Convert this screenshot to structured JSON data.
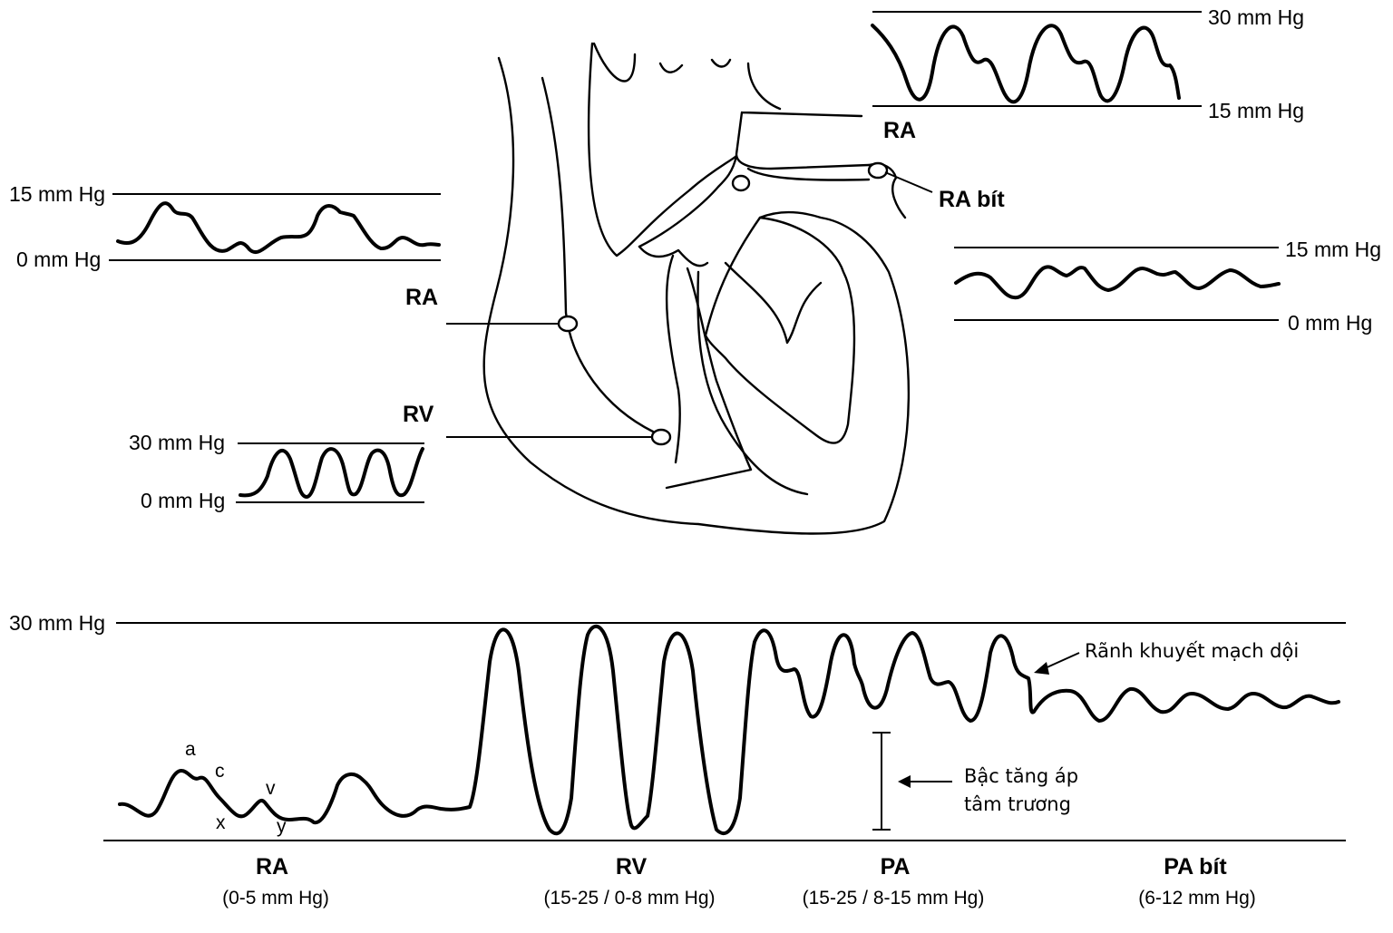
{
  "labels": {
    "top_right_wave": {
      "high": "30 mm Hg",
      "low": "15 mm Hg"
    },
    "left_ra_wave": {
      "high": "15 mm Hg",
      "low": "0 mm Hg"
    },
    "right_wedge_wave": {
      "high": "15 mm Hg",
      "low": "0 mm Hg"
    },
    "left_rv_wave": {
      "high": "30 mm Hg",
      "low": "0 mm Hg"
    },
    "bottom_scale": {
      "high": "30 mm Hg"
    },
    "heart": {
      "ra_left": "RA",
      "rv_left": "RV",
      "ra_top": "RA",
      "ra_wedge": "RA bít"
    },
    "ra_waves": {
      "a": "a",
      "c": "c",
      "v": "v",
      "x": "x",
      "y": "y"
    },
    "annotations": {
      "dicrotic_notch": "Rãnh khuyết mạch dội",
      "diastolic_step_line1": "Bậc tăng áp",
      "diastolic_step_line2": "tâm trương"
    },
    "sections": [
      {
        "name": "RA",
        "range": "(0-5 mm Hg)"
      },
      {
        "name": "RV",
        "range": "(15-25 / 0-8 mm Hg)"
      },
      {
        "name": "PA",
        "range": "(15-25 / 8-15 mm Hg)"
      },
      {
        "name": "PA bít",
        "range": "(6-12 mm Hg)"
      }
    ]
  }
}
